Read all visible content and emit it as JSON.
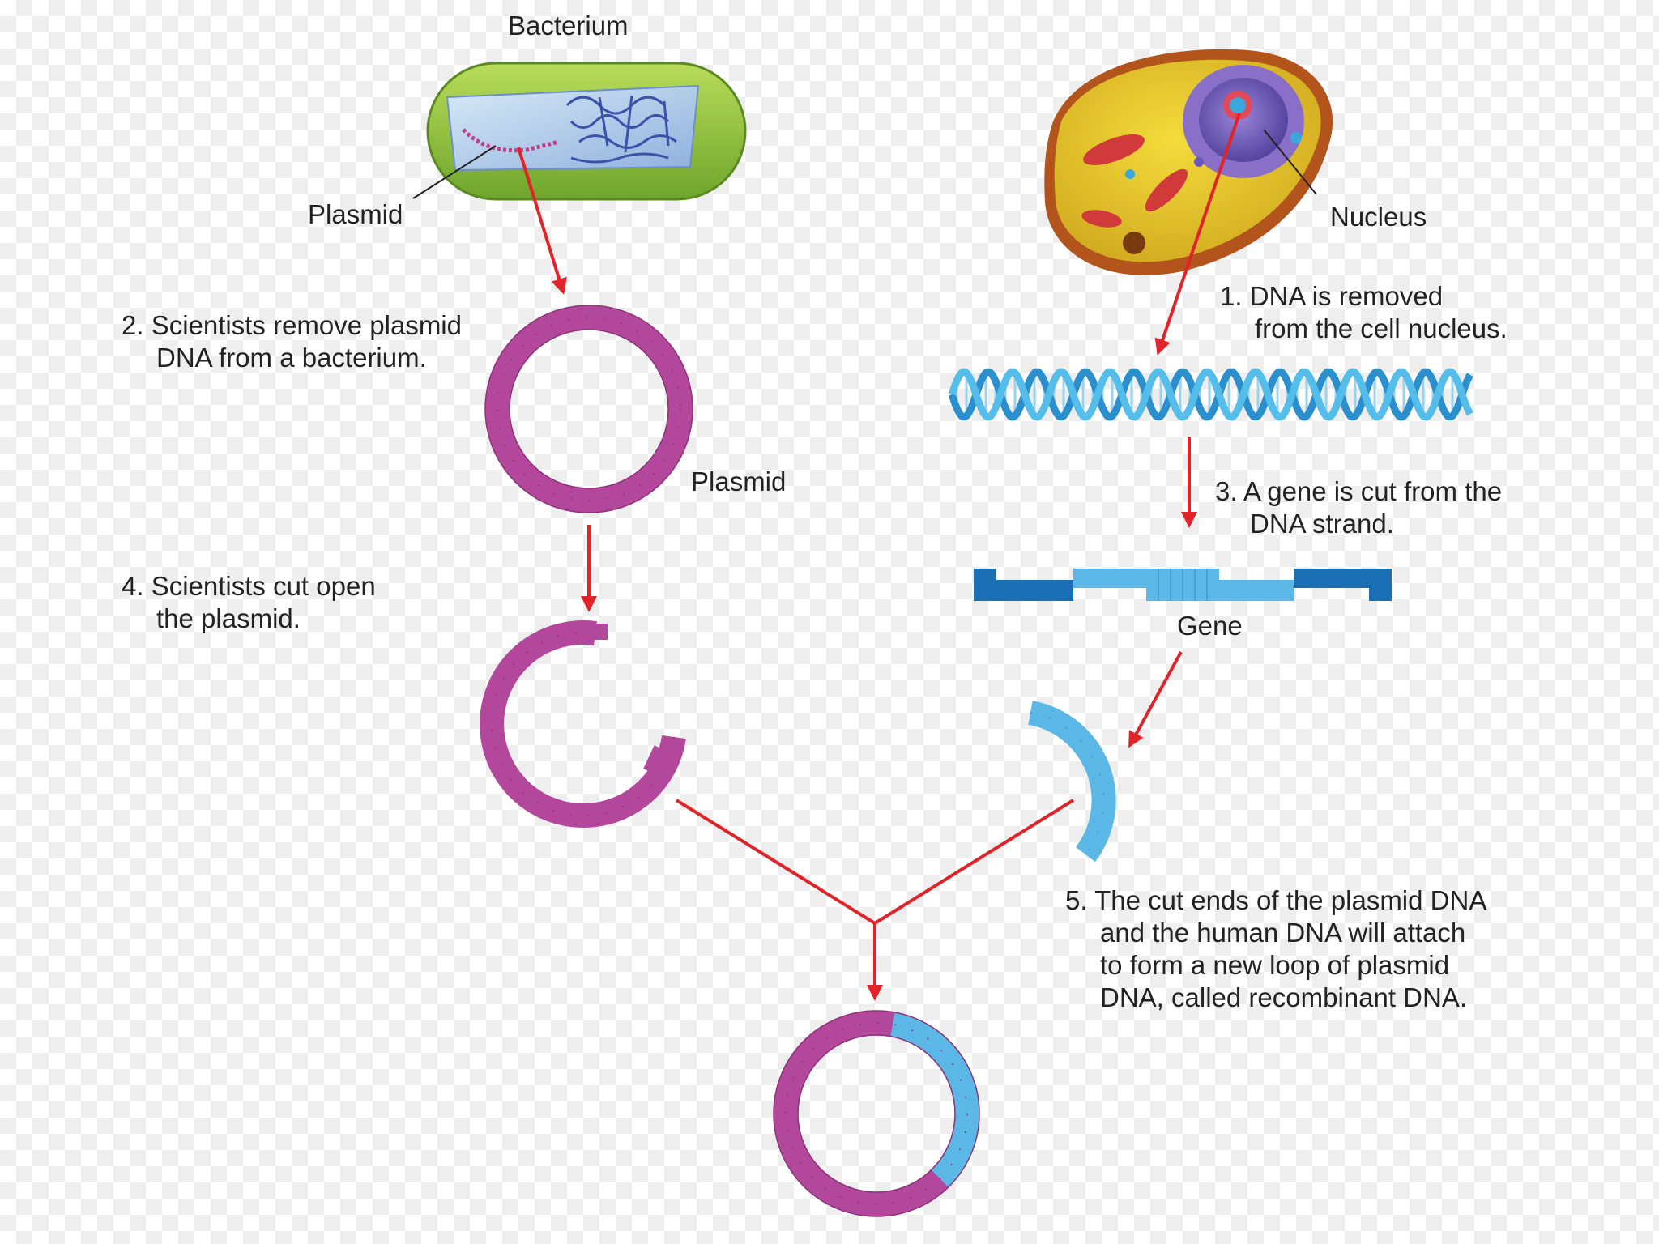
{
  "labels": {
    "bacterium": "Bacterium",
    "plasmid_top": "Plasmid",
    "nucleus": "Nucleus",
    "plasmid_ring": "Plasmid",
    "gene": "Gene"
  },
  "steps": [
    {
      "lines": [
        "1. DNA is removed",
        "from the cell nucleus."
      ]
    },
    {
      "lines": [
        "2. Scientists remove plasmid",
        "DNA from a bacterium."
      ]
    },
    {
      "lines": [
        "3. A gene is cut from the",
        "DNA strand."
      ]
    },
    {
      "lines": [
        "4. Scientists cut open",
        "the plasmid."
      ]
    },
    {
      "lines": [
        "5. The cut ends of the plasmid DNA",
        "and the human DNA will attach",
        "to form a new loop of plasmid",
        "DNA, called recombinant DNA."
      ]
    }
  ],
  "colors": {
    "arrow": "#e0242a",
    "plasmid": "#b3479c",
    "plasmid_dark": "#8c3378",
    "gene_light": "#5bb7e6",
    "gene_dark": "#1b6fb5",
    "helix": "#3aa7dd",
    "bacterium_wall": "#8fc43e",
    "cell_body": "#e8c62a",
    "nucleus": "#6a58b8"
  }
}
